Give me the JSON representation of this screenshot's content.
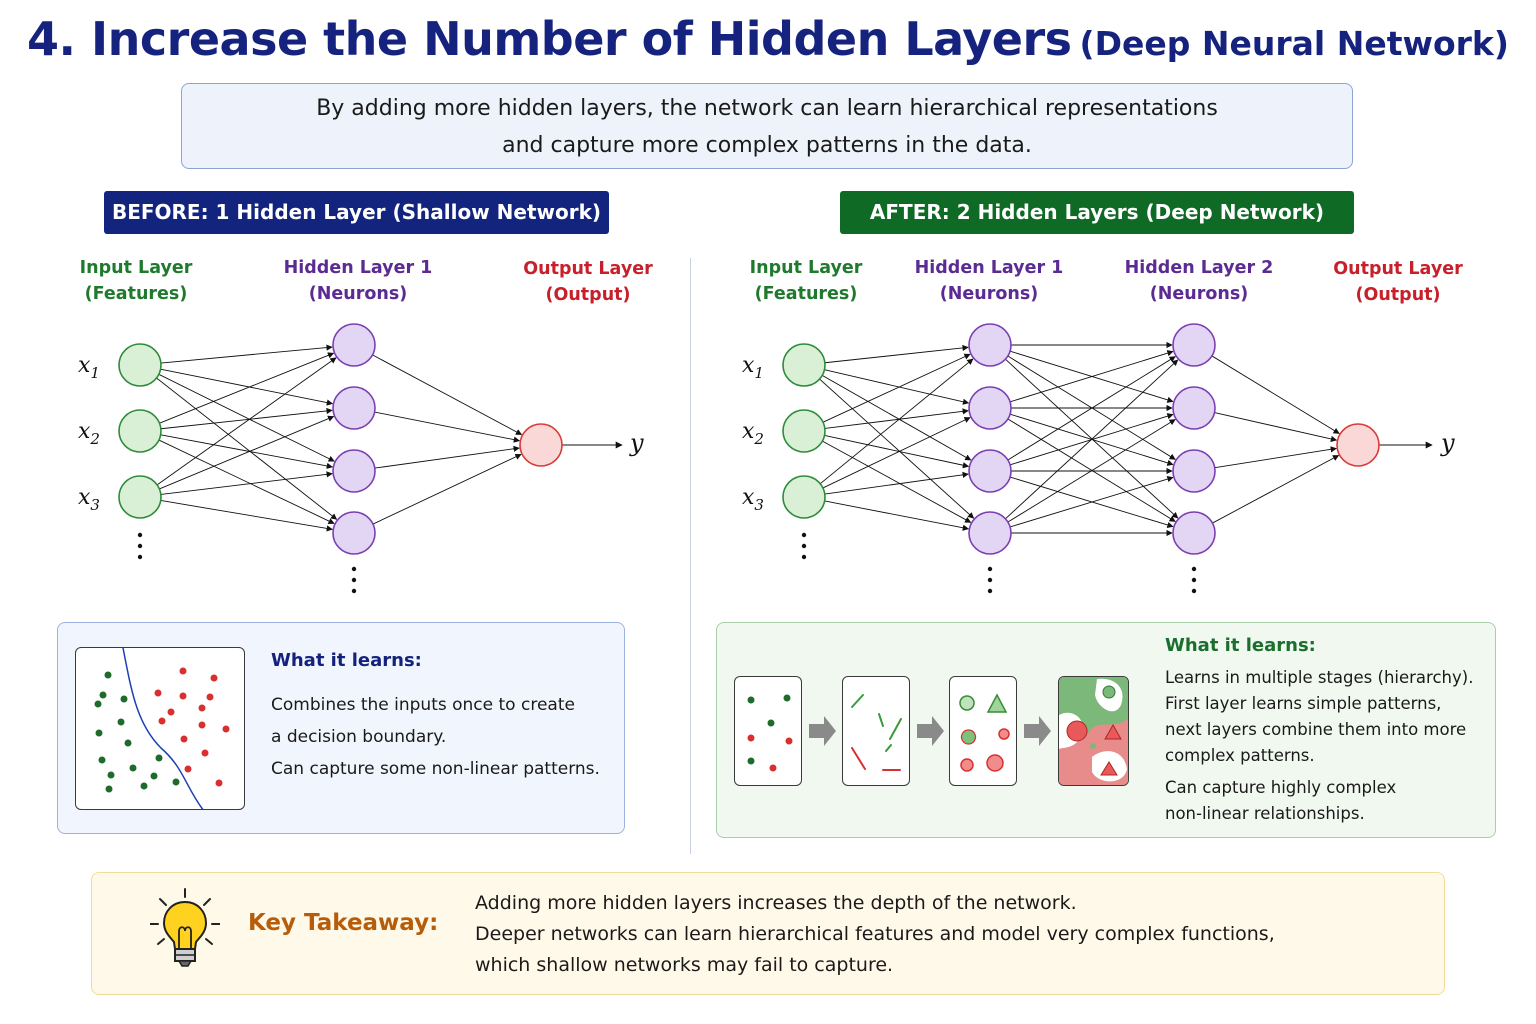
{
  "title": {
    "main": "4. Increase the Number of Hidden Layers",
    "sub": "(Deep Neural Network)"
  },
  "intro": {
    "line1": "By adding more hidden layers, the network can learn hierarchical representations",
    "line2": "and capture more complex patterns in the data."
  },
  "before": {
    "tag": "BEFORE: 1 Hidden Layer (Shallow Network)",
    "input_label": [
      "Input Layer",
      "(Features)"
    ],
    "hidden1_label": [
      "Hidden Layer 1",
      "(Neurons)"
    ],
    "output_label": [
      "Output Layer",
      "(Output)"
    ],
    "learns_title": "What it learns:",
    "learns_lines": [
      "Combines the inputs once to create",
      "a decision boundary.",
      "Can capture some non-linear patterns."
    ]
  },
  "after": {
    "tag": "AFTER: 2 Hidden Layers (Deep Network)",
    "input_label": [
      "Input Layer",
      "(Features)"
    ],
    "hidden1_label": [
      "Hidden Layer 1",
      "(Neurons)"
    ],
    "hidden2_label": [
      "Hidden Layer 2",
      "(Neurons)"
    ],
    "output_label": [
      "Output Layer",
      "(Output)"
    ],
    "learns_title": "What it learns:",
    "learns_lines": [
      "Learns in multiple stages (hierarchy).",
      "First layer learns simple patterns,",
      "next layers combine them into more",
      "complex patterns.",
      "Can capture highly complex",
      "non-linear relationships."
    ]
  },
  "network": {
    "inputs": [
      "x",
      "x",
      "x"
    ],
    "input_subscripts": [
      "1",
      "2",
      "3"
    ],
    "output": "y"
  },
  "takeaway": {
    "label": "Key Takeaway:",
    "lines": [
      "Adding more hidden layers increases the depth of the network.",
      "Deeper networks can learn hierarchical features and model very complex functions,",
      "which shallow networks may fail to capture."
    ]
  },
  "colors": {
    "title": "#16237e",
    "before_tag": "#13247f",
    "after_tag": "#0f6a26",
    "input_node": "#2e8b3a",
    "hidden_node": "#7b3fb3",
    "output_node": "#d93a3a",
    "takeaway_label": "#b65d0c"
  }
}
